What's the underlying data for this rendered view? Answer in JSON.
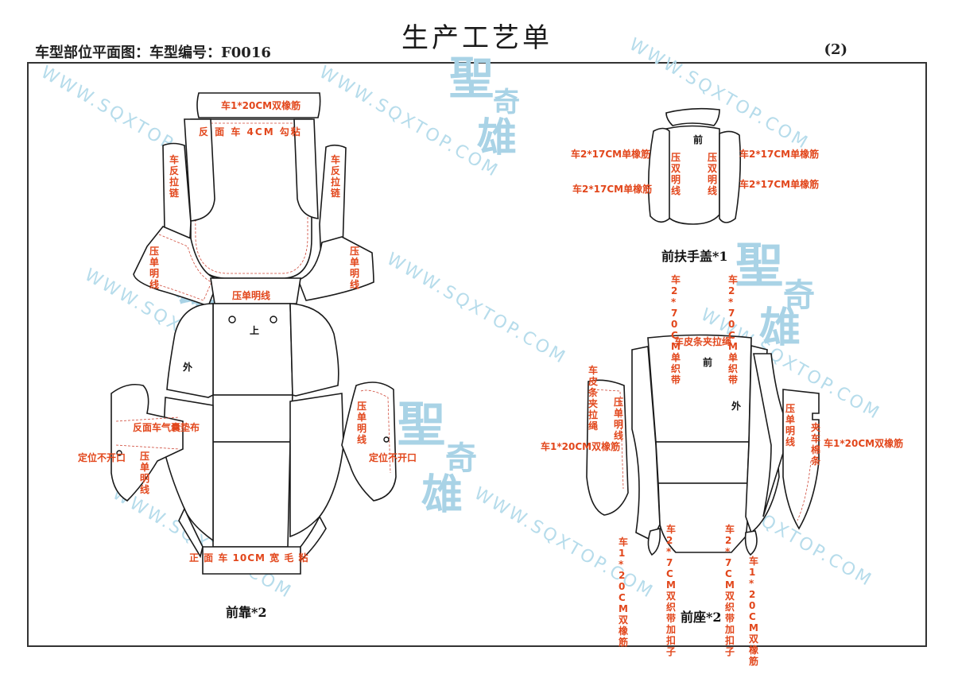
{
  "header": {
    "title": "生产工艺单",
    "subtitle": "车型部位平面图：车型编号：F0016",
    "page": "(2)"
  },
  "watermark": {
    "text": "WWW.SQXTOP.COM",
    "logo_chars": [
      "聖",
      "奇",
      "雄"
    ]
  },
  "captions": {
    "back": "前靠*2",
    "armrest": "前扶手盖*1",
    "seat": "前座*2"
  },
  "back_labels": {
    "top_band": "车1*20CM双橡筋",
    "glue": "反 面 车 4CM 勾粘",
    "left_zip": "车反拉链",
    "right_zip": "车反拉链",
    "left_single": "压单明线",
    "right_single": "压单明线",
    "mid_single": "压单明线",
    "up": "上",
    "out": "外",
    "airbag": "反面车气囊垫布",
    "left_pos": "定位不开口",
    "left_single2": "压单明线",
    "right_single2": "压单明线",
    "right_pos": "定位不开口",
    "bottom_velcro": "正 面 车 10CM 宽 毛 粘"
  },
  "armrest_labels": {
    "front": "前",
    "left_top": "车2*17CM单橡筋",
    "left_bottom": "车2*17CM单橡筋",
    "right_top": "车2*17CM单橡筋",
    "right_bottom": "车2*17CM单橡筋",
    "left_double": "压双明线",
    "right_double": "压双明线"
  },
  "seat_labels": {
    "strap_left": "车2*70CM单织带",
    "strap_right": "车2*70CM单织带",
    "clip_rope_top": "车皮条夹拉绳",
    "front": "前",
    "out": "外",
    "left_clip_rope": "车皮条夹拉绳",
    "left_single": "压单明线",
    "left_band": "车1*20CM双橡筋",
    "right_single": "压单明线",
    "right_cotton": "夹车棉条",
    "right_band": "车1*20CM双橡筋",
    "bl_band": "车1*20CM双橡筋",
    "bl_strap": "车2*7CM双织带加扣子",
    "br_strap": "车2*7CM双织带加扣子",
    "br_band": "车1*20CM双橡筋"
  }
}
